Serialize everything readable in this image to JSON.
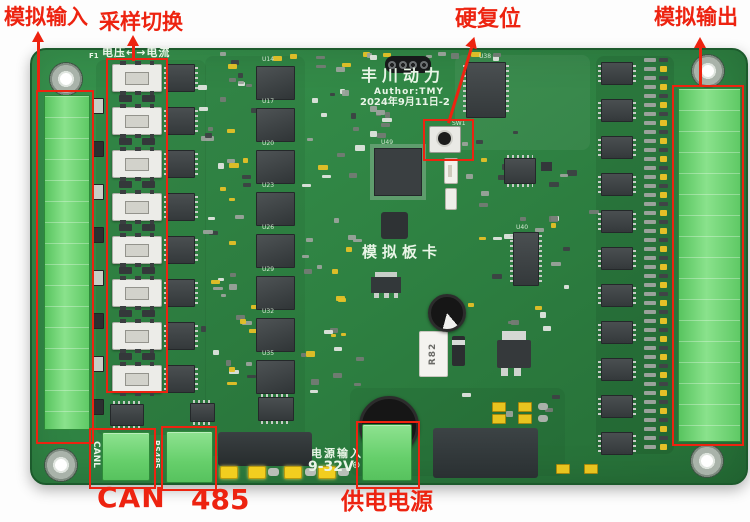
{
  "meta": {
    "description": "Annotated photo of a green analog I/O PCB board",
    "background": "#ffffff"
  },
  "colors": {
    "annotation_red": "#ed2310",
    "pcb_green": "#2f8343",
    "connector_green": "#66cf6b",
    "silkscreen_white": "#e9f5e7"
  },
  "annotations": {
    "top": [
      {
        "id": "analog-input",
        "label": "模拟输入"
      },
      {
        "id": "sample-switch",
        "label": "采样切换"
      },
      {
        "id": "hard-reset",
        "label": "硬复位"
      },
      {
        "id": "analog-output",
        "label": "模拟输出"
      }
    ],
    "bottom": [
      {
        "id": "can",
        "label": "CAN"
      },
      {
        "id": "rs485",
        "label": "485"
      },
      {
        "id": "power-supply",
        "label": "供电电源"
      }
    ]
  },
  "silkscreen": {
    "fuse": "F1",
    "mode_switch": "电压←→电流",
    "brand": "丰川动力",
    "author": "Author:TMY",
    "date": "2024年9月11日-2",
    "board_name": "模拟板卡",
    "power_line1": "电源输入",
    "power_line2": "9-32V",
    "testpoint": "⊕",
    "can_signal": "CANL",
    "rs485_signal": "RS485",
    "resistor": "R82",
    "reset_designator": "SW1",
    "u38": "U38",
    "u40": "U40",
    "u49": "U49"
  },
  "left_ic_labels": [
    "U14",
    "U17",
    "U20",
    "U23",
    "U26",
    "U29",
    "U32",
    "U35"
  ]
}
